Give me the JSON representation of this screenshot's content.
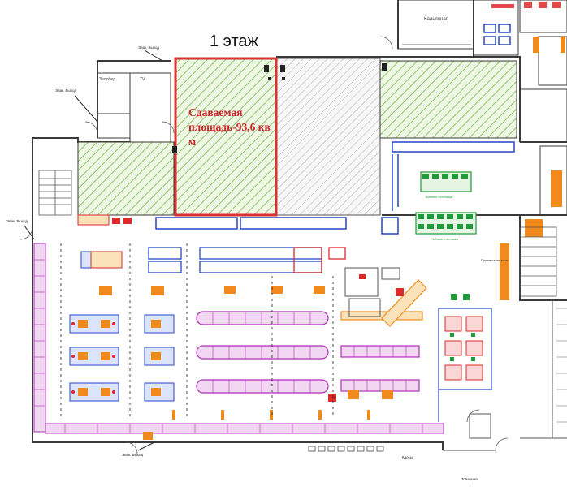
{
  "floor_title": "1 этаж",
  "rental": {
    "line1": "Сдаваемая",
    "line2": "площадь-93,6 кв",
    "line3": "м",
    "color": "#c8282d"
  },
  "labels": {
    "kalyannaya": "Кальянная",
    "tv": "TV",
    "zaloshobed": "Залобед",
    "exit_top": "Эвак. Выход",
    "exit_left": "Эвак. Выход",
    "exit_left2": "Эвак. Выход",
    "exit_bottom": "Эвак. Выход",
    "vinnye": "Винные стеллажи",
    "rybnye": "Рыбные стеллажи",
    "tovarnaya": "Товарная",
    "priemnaya": "Приемочная зона",
    "kassy": "Кассы"
  },
  "colors": {
    "wall": "#3a3a3a",
    "rent_border": "#d93232",
    "green_hatch": "#8fc46a",
    "gray_hatch": "#a8a8a8",
    "blue_shelf": "#2744c8",
    "red_shelf": "#d92b2b",
    "magenta_shelf": "#b02fb5",
    "orange_item": "#f08a1c",
    "green_equip": "#1f9a3a"
  }
}
